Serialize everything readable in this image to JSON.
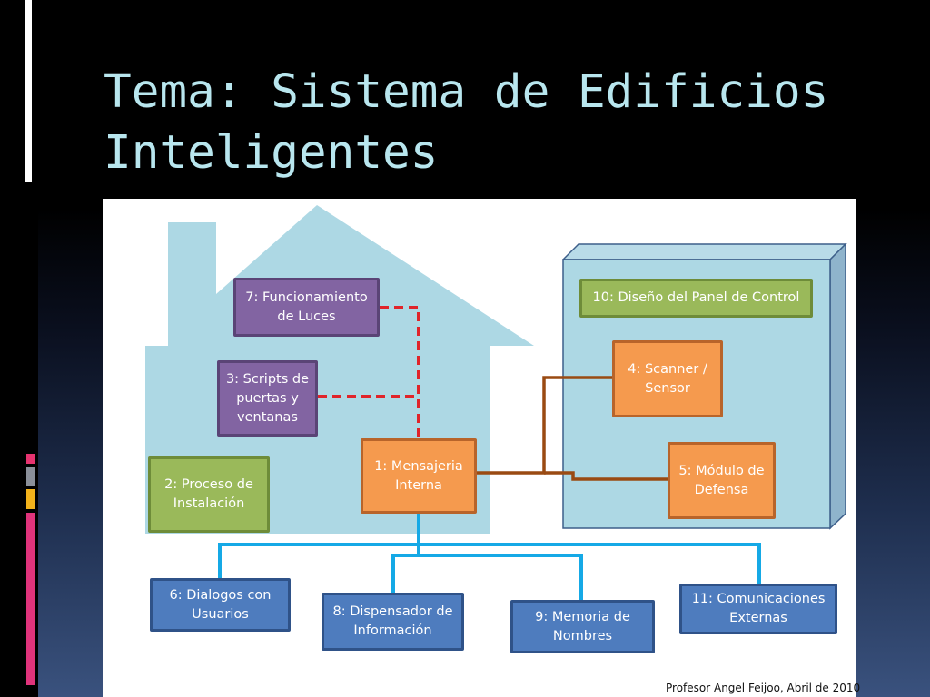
{
  "title_line1": "Tema: Sistema de Edificios",
  "title_line2": "Inteligentes",
  "boxes": {
    "b7": "7: Funcionamiento\nde Luces",
    "b3": "3: Scripts de\npuertas y\nventanas",
    "b2": "2: Proceso de\nInstalación",
    "b1": "1: Mensajeria\nInterna",
    "b10": "10: Diseño del Panel  de Control",
    "b4": "4: Scanner /\nSensor",
    "b5": "5: Módulo de\nDefensa",
    "b6": "6: Dialogos con\nUsuarios",
    "b8": "8: Dispensador de\nInformación",
    "b9": "9: Memoria de\nNombres",
    "b11": "11: Comunicaciones\nExternas"
  },
  "credit": "Profesor Angel Feijoo, Abril de 2010",
  "colors": {
    "purple": "#8264a2",
    "green": "#9ab95a",
    "orange": "#f59a4e",
    "blue": "#4e7cbe",
    "dashed_line": "#e0242a",
    "brown_line": "#9a4a12",
    "blue_line": "#15a9e6",
    "house": "#add8e4"
  }
}
